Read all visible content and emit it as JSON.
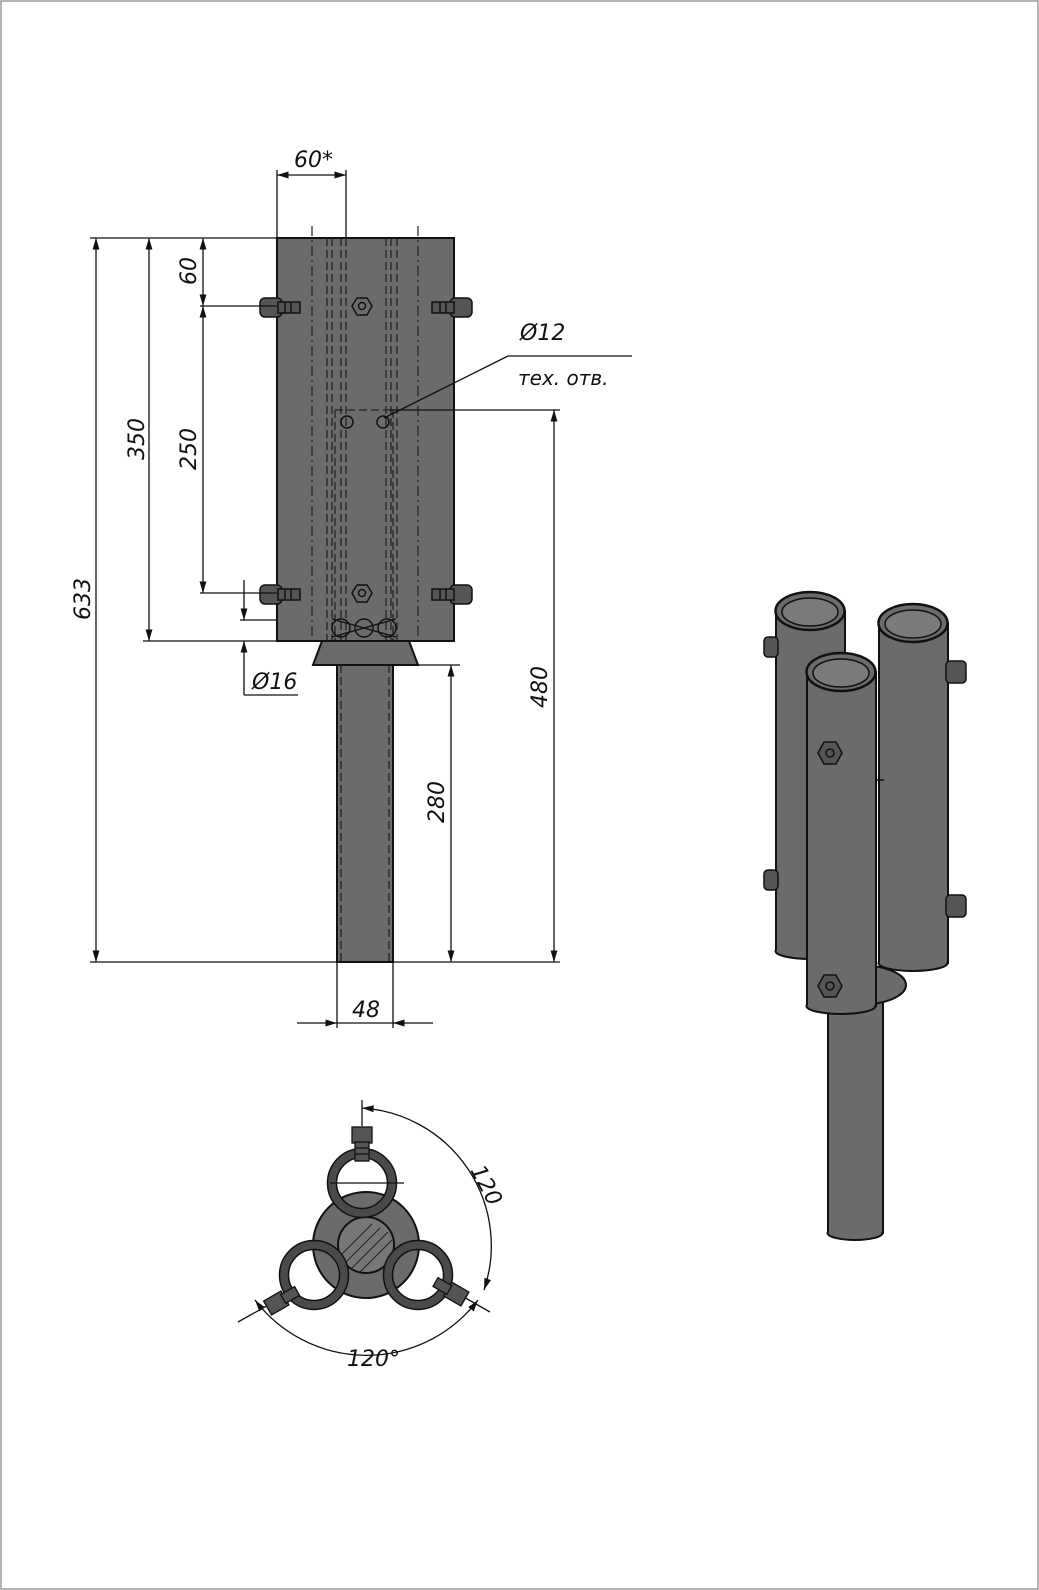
{
  "dimensions": {
    "width_60": "60*",
    "height_633": "633",
    "height_350": "350",
    "offset_60": "60",
    "spacing_250": "250",
    "hole_d12": "Ø12",
    "hole_note": "тех. отв.",
    "bolt_d16": "Ø16",
    "height_480": "480",
    "height_280": "280",
    "diameter_48": "48",
    "plan_radius_120": "120",
    "plan_angle_120": "120°"
  },
  "colors": {
    "metal": "#6b6b6b",
    "metal_dark": "#4a4a4a",
    "line": "#111111",
    "frame": "#9a9a9a"
  }
}
